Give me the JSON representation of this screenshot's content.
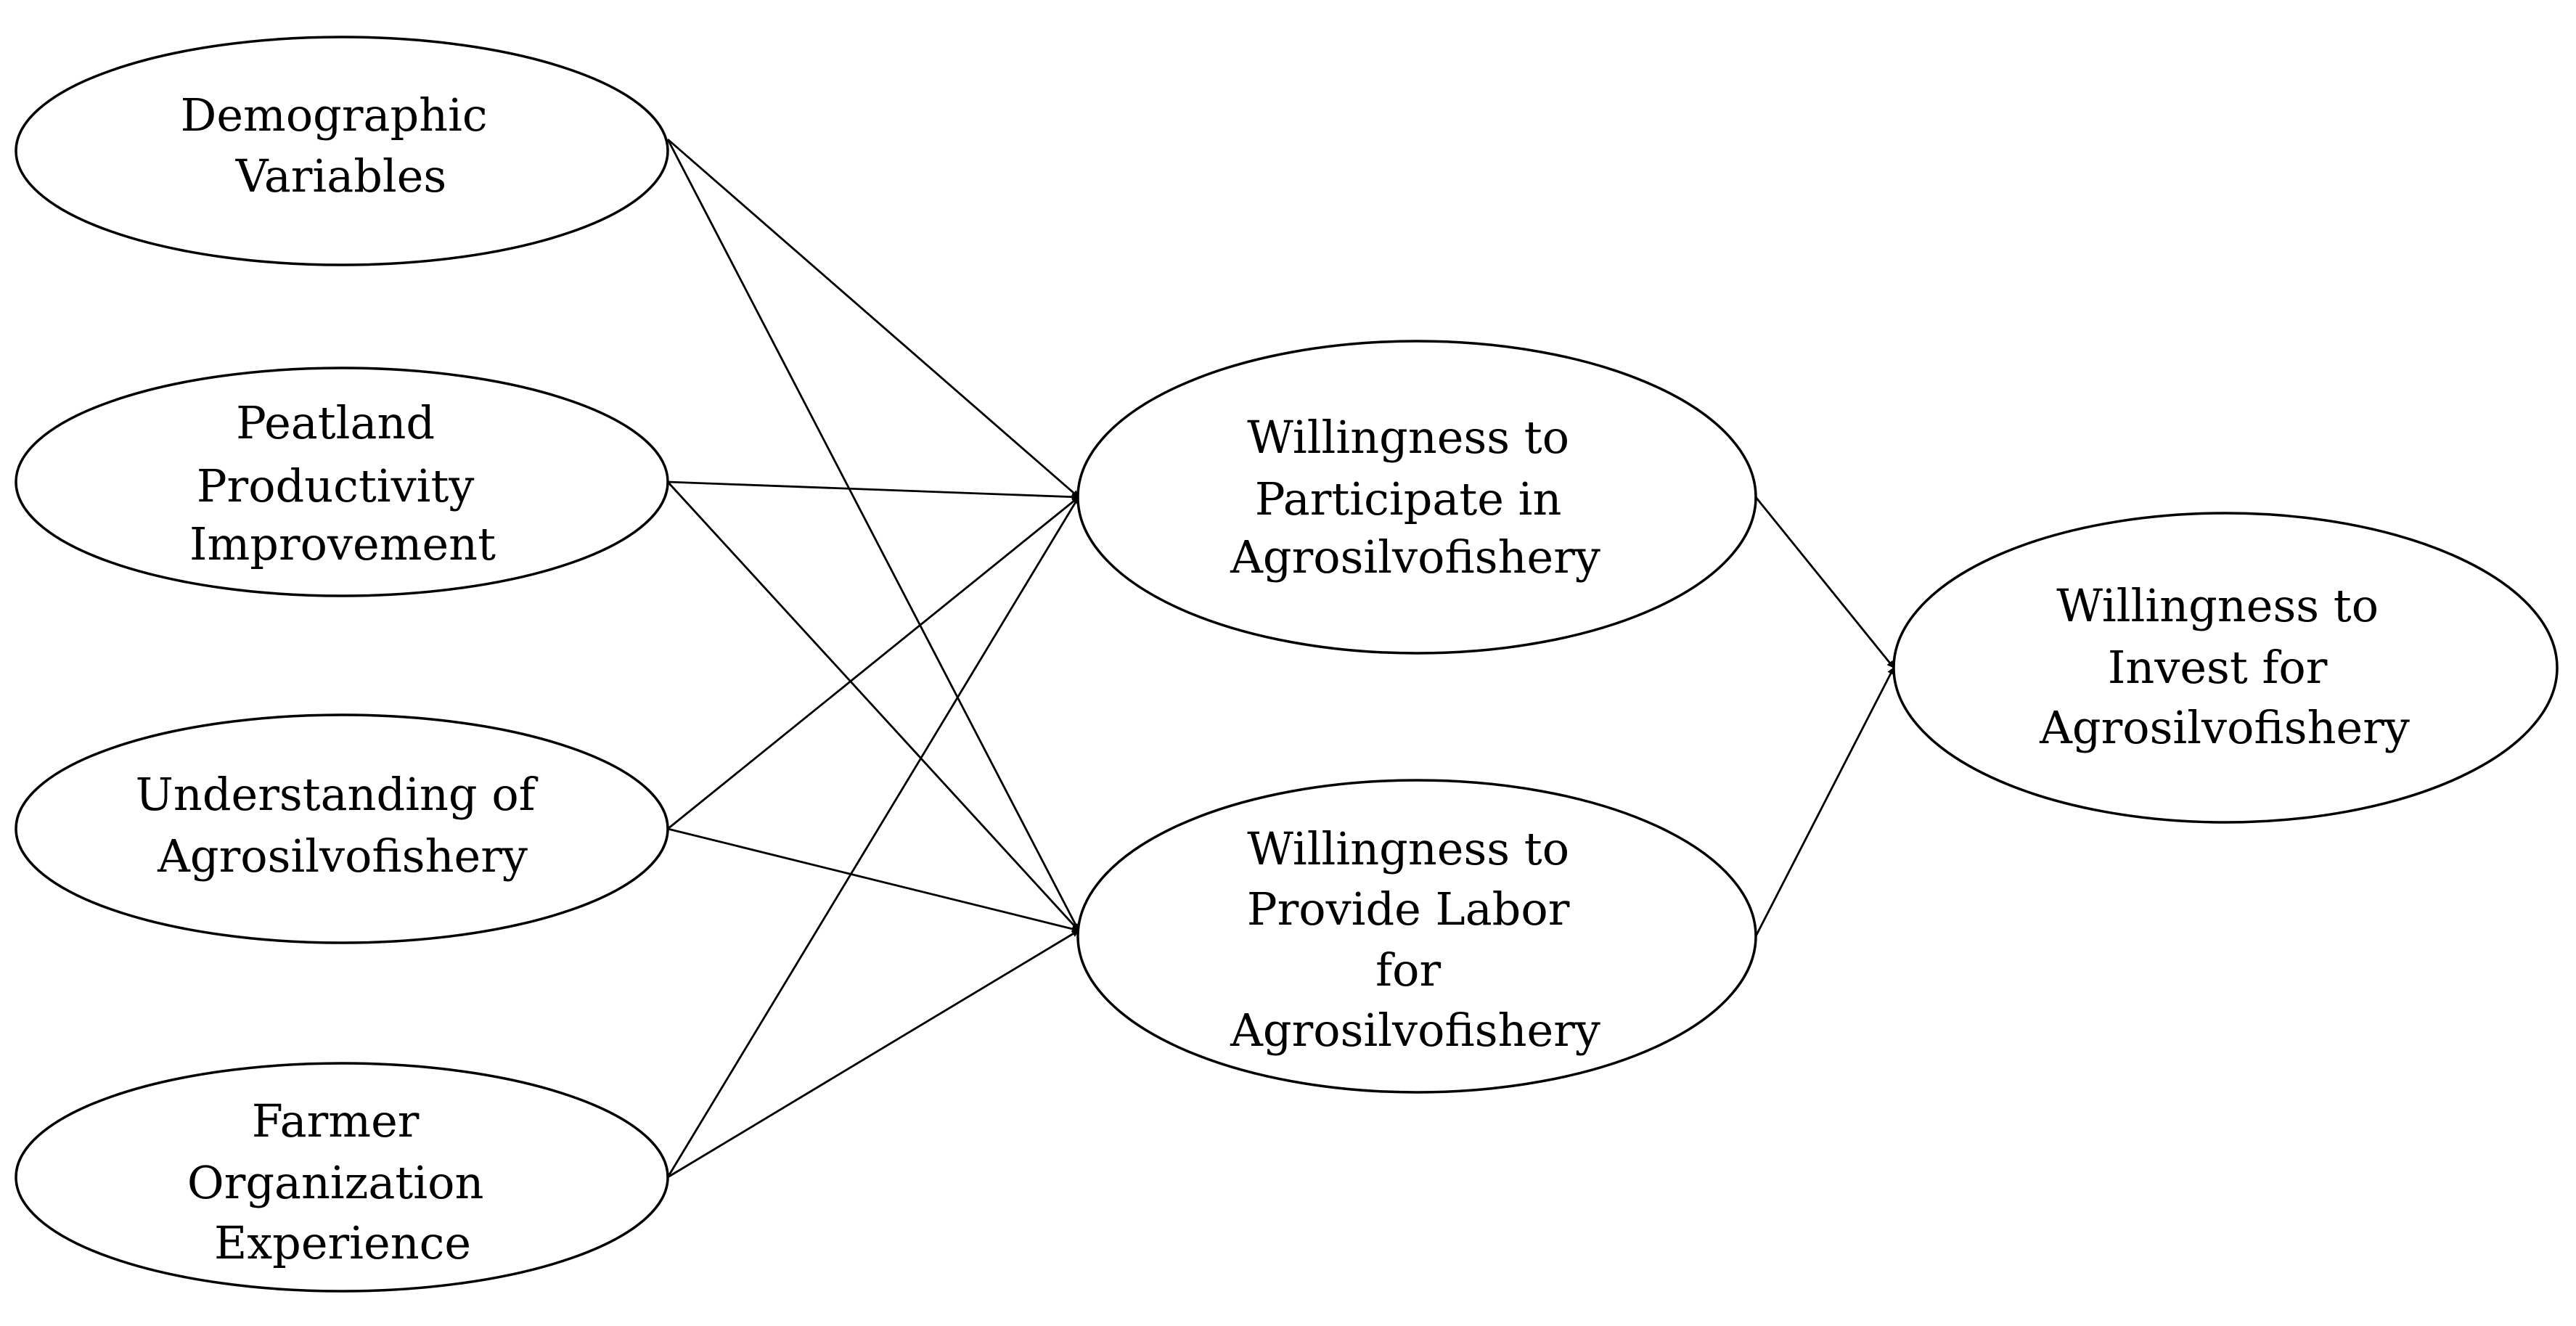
{
  "colors": {
    "background": "#ffffff",
    "stroke": "#000000",
    "text": "#000000"
  },
  "nodes": {
    "demographic": {
      "lines": [
        "Demographic",
        "Variables"
      ]
    },
    "peatland": {
      "lines": [
        "Peatland",
        "Productivity",
        "Improvement"
      ]
    },
    "understanding": {
      "lines": [
        "Understanding of",
        "Agrosilvofishery"
      ]
    },
    "farmer": {
      "lines": [
        "Farmer",
        "Organization",
        "Experience"
      ]
    },
    "participate": {
      "lines": [
        "Willingness to",
        "Participate in",
        "Agrosilvofishery"
      ]
    },
    "labor": {
      "lines": [
        "Willingness to",
        "Provide Labor",
        "for",
        "Agrosilvofishery"
      ]
    },
    "invest": {
      "lines": [
        "Willingness to",
        "Invest for",
        "Agrosilvofishery"
      ]
    }
  },
  "edges": [
    {
      "from": "demographic",
      "to": "participate"
    },
    {
      "from": "demographic",
      "to": "labor"
    },
    {
      "from": "peatland",
      "to": "participate"
    },
    {
      "from": "peatland",
      "to": "labor"
    },
    {
      "from": "understanding",
      "to": "participate"
    },
    {
      "from": "understanding",
      "to": "labor"
    },
    {
      "from": "farmer",
      "to": "participate"
    },
    {
      "from": "farmer",
      "to": "labor"
    },
    {
      "from": "participate",
      "to": "invest"
    },
    {
      "from": "labor",
      "to": "invest"
    }
  ]
}
